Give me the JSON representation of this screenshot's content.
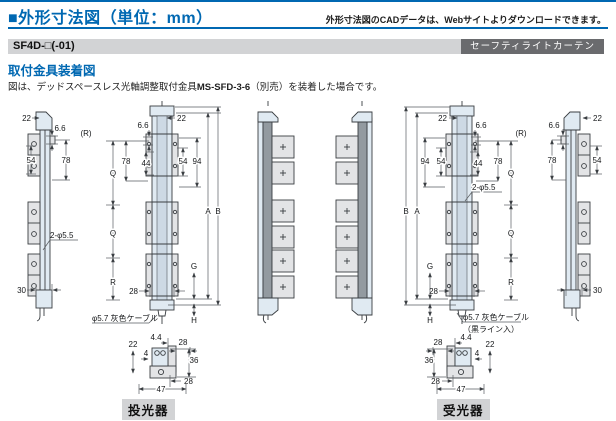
{
  "colors": {
    "accent_blue": "#0068b2",
    "model_bar_gray": "#d2d3d5",
    "badge_gray": "#6a6b6e"
  },
  "header": {
    "title": "■外形寸法図（単位：mm）",
    "cad_note": "外形寸法図のCADデータは、Webサイトよりダウンロードできます。",
    "model": "SF4D-□(-01)",
    "badge": "セーフティライトカーテン"
  },
  "section": {
    "heading": "取付金具装着図",
    "desc_prefix": "図は、デッドスペースレス光軸調整取付金具",
    "desc_model": "MS-SFD-3-6",
    "desc_suffix": "（別売）を装着した場合です。"
  },
  "emitter": {
    "caption": "投光器",
    "side": {
      "d22": "22",
      "d66": "6.6",
      "d54": "54",
      "d78": "78",
      "hole": "2-φ5.5",
      "d30": "30"
    },
    "front": {
      "r_ref": "(R)",
      "d66": "6.6",
      "d22": "22",
      "d78": "78",
      "d44": "44",
      "d54": "54",
      "d94": "94",
      "q1": "Q",
      "q2": "Q",
      "r": "R",
      "d28": "28",
      "a": "A",
      "b": "B",
      "g": "G",
      "h": "H",
      "cable": "φ5.7 灰色ケーブル"
    },
    "top": {
      "d22": "22",
      "d44": "4.4",
      "d28a": "28",
      "d4": "4",
      "d36": "36",
      "d28b": "28",
      "d47": "47"
    }
  },
  "receiver": {
    "caption": "受光器",
    "front": {
      "b": "B",
      "a": "A",
      "d94": "94",
      "d54": "54",
      "d22": "22",
      "d66": "6.6",
      "d44": "44",
      "d78": "78",
      "r_ref": "(R)",
      "q1": "Q",
      "q2": "Q",
      "r": "R",
      "hole": "2-φ5.5",
      "d28": "28",
      "g": "G",
      "h": "H",
      "cable": "φ5.7 灰色ケーブル",
      "cable2": "（黒ライン入）"
    },
    "side": {
      "d66": "6.6",
      "d22": "22",
      "d78": "78",
      "d54": "54",
      "d30": "30"
    },
    "top": {
      "d28a": "28",
      "d44": "4.4",
      "d22": "22",
      "d4": "4",
      "d36": "36",
      "d28b": "28",
      "d47": "47"
    }
  }
}
